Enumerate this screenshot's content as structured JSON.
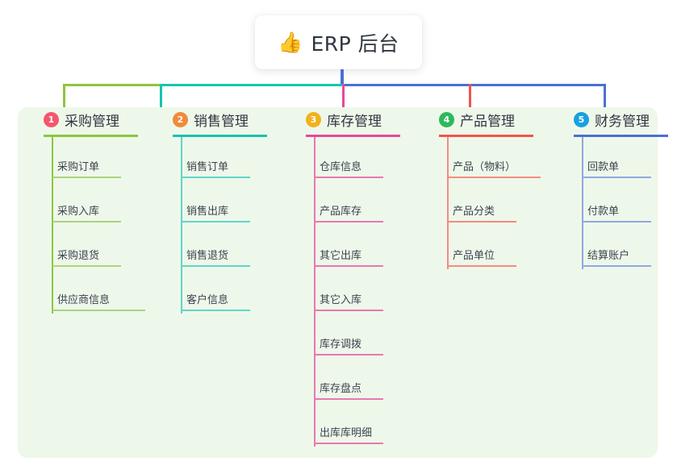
{
  "root": {
    "icon": "thumbs-up-icon",
    "emoji": "👍",
    "title": "ERP 后台"
  },
  "panel": {
    "background": "#eef8ea"
  },
  "chart_data": {
    "type": "tree",
    "title": "ERP 后台",
    "root": "ERP 后台",
    "branch_count": 5,
    "branches": [
      {
        "index": "1",
        "label": "采购管理",
        "color": "#8cc63f",
        "badge_color": "#f5566e",
        "children": [
          "采购订单",
          "采购入库",
          "采购退货",
          "供应商信息"
        ]
      },
      {
        "index": "2",
        "label": "销售管理",
        "color": "#17c3b2",
        "badge_color": "#f08a3c",
        "children": [
          "销售订单",
          "销售出库",
          "销售退货",
          "客户信息"
        ]
      },
      {
        "index": "3",
        "label": "库存管理",
        "color": "#e8489b",
        "badge_color": "#f2b11c",
        "children": [
          "仓库信息",
          "产品库存",
          "其它出库",
          "其它入库",
          "库存调拨",
          "库存盘点",
          "出库库明细"
        ]
      },
      {
        "index": "4",
        "label": "产品管理",
        "color": "#f2544b",
        "badge_color": "#2eb85c",
        "children": [
          "产品（物料）",
          "产品分类",
          "产品单位"
        ]
      },
      {
        "index": "5",
        "label": "财务管理",
        "color": "#4a6fd4",
        "badge_color": "#18a0e0",
        "children": [
          "回款单",
          "付款单",
          "结算账户"
        ]
      }
    ],
    "connector_segments": [
      {
        "name": "green-segment",
        "color": "#8cc63f"
      },
      {
        "name": "teal-segment",
        "color": "#17c3b2"
      },
      {
        "name": "blue-segment",
        "color": "#4a6fd4"
      }
    ]
  }
}
